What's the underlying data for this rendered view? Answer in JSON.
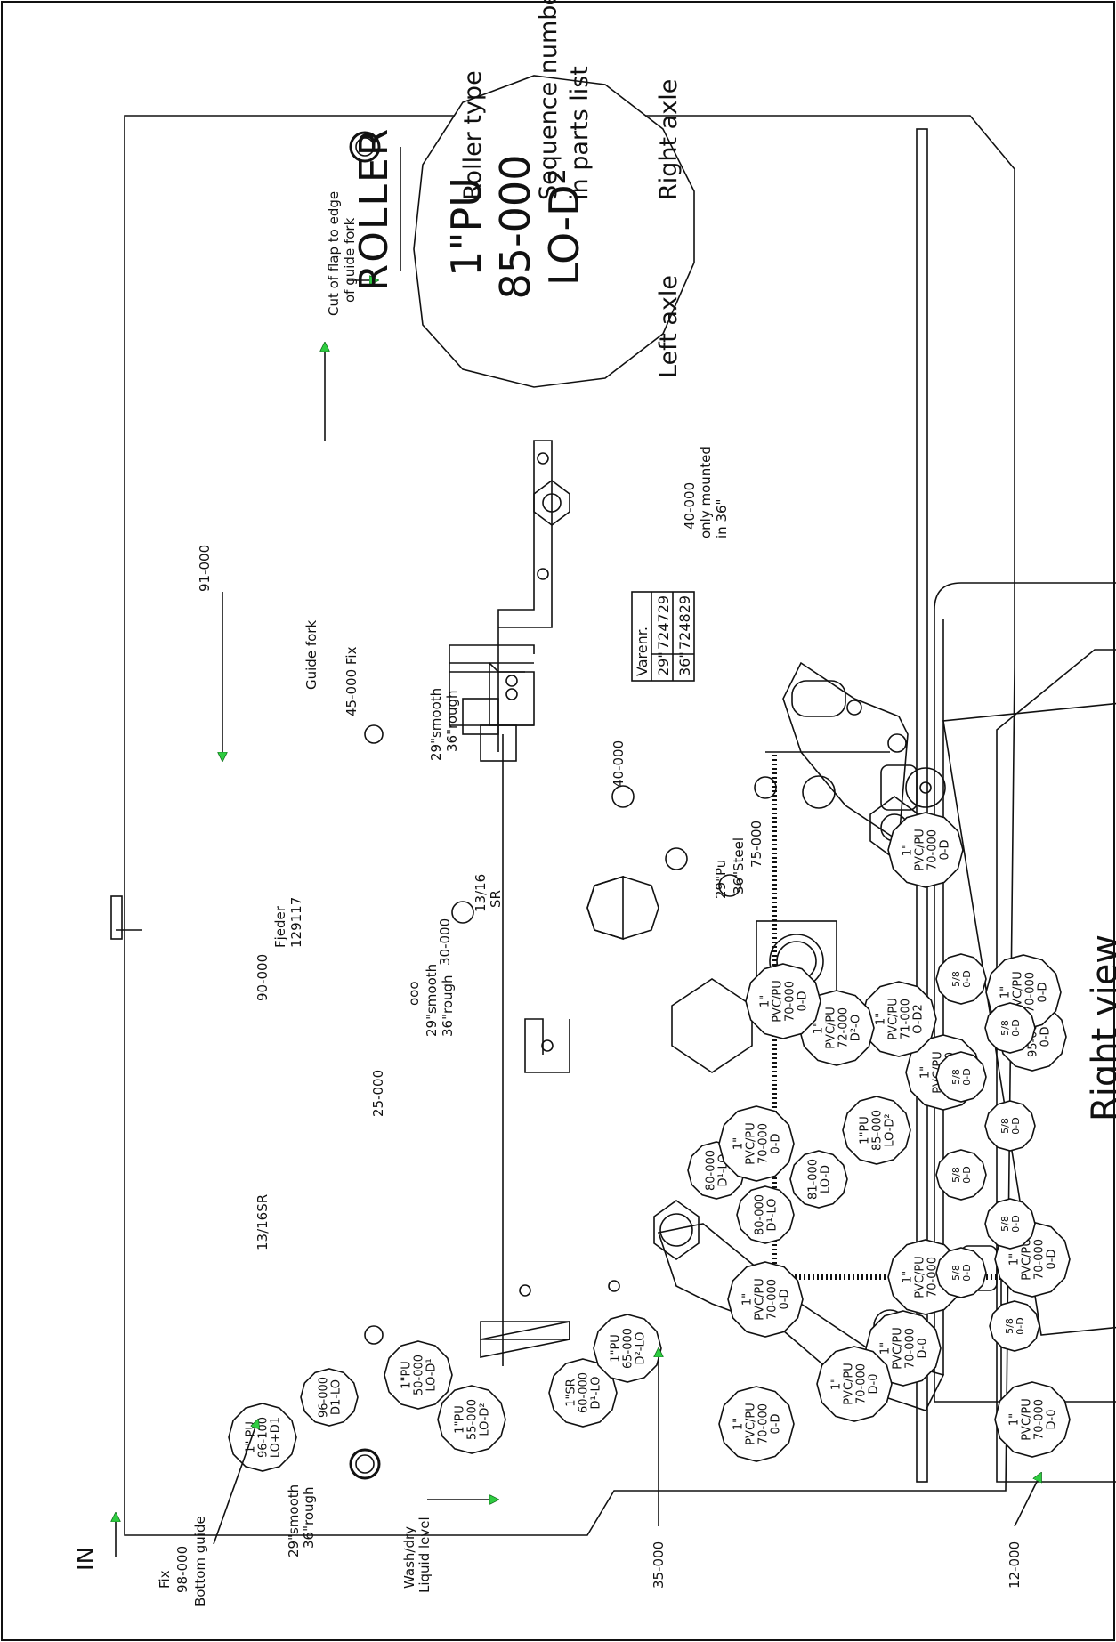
{
  "view_title": "Right view",
  "in_label": "IN",
  "legend": {
    "title": "ROLLER",
    "sample": {
      "line1": "1\"PU",
      "line2": "85-000",
      "line3": "LO-D²"
    },
    "callouts": {
      "roller_type": "Roller type",
      "sequence_1": "Sequence number",
      "sequence_2": "in parts list",
      "right_axle": "Right axle",
      "left_axle": "Left axle"
    }
  },
  "varenr_table": {
    "header": "Varenr.",
    "rows": [
      {
        "size": "29\"",
        "number": "724729"
      },
      {
        "size": "36\"",
        "number": "724829"
      }
    ]
  },
  "labels": {
    "fix_98": [
      "Fix",
      "98-000",
      "Bottom guide"
    ],
    "smooth_rough_left": [
      "29\"smooth",
      "36\"rough"
    ],
    "liquid_level": [
      "Wash/dry",
      "Liquid level"
    ],
    "part_35": "35-000",
    "part_12": "12-000",
    "part_13_16sr_top": "13/16SR",
    "part_25": "25-000",
    "part_90": "90-000",
    "fjeder": [
      "Fjeder",
      "129117"
    ],
    "part_91": "91-000",
    "guide_fork": "Guide fork",
    "part_45_fix": "45-000 Fix",
    "cut_of_flap": [
      "Cut of flap to edge",
      "of guide fork"
    ],
    "smooth_rough_mid": [
      "ooo",
      "29\"smooth",
      "36\"rough"
    ],
    "part_30": "30-000",
    "sr_13_16": [
      "13/16",
      "SR"
    ],
    "smooth_rough_right": [
      "29\"smooth",
      "36\"rough"
    ],
    "part_40": "40-000",
    "part_40_only": [
      "40-000",
      "only mounted",
      "in 36\""
    ],
    "part_75_pu": "29\"Pu",
    "part_75_steel": "36\"Steel",
    "part_75": "75-000"
  },
  "rollers": [
    {
      "lines": [
        "1\" PU",
        "96-100",
        "LO+D1"
      ]
    },
    {
      "lines": [
        "96-000",
        "D1-LO"
      ]
    },
    {
      "lines": [
        "1\"PU",
        "50-000",
        "LO-D¹"
      ]
    },
    {
      "lines": [
        "1\"PU",
        "55-000",
        "LO-D²"
      ]
    },
    {
      "lines": [
        "1\"SR",
        "60-000",
        "D¹-LO"
      ]
    },
    {
      "lines": [
        "1\"PU",
        "65-000",
        "D²-LO"
      ]
    },
    {
      "lines": [
        "81-000",
        "LO-D"
      ]
    },
    {
      "lines": [
        "80-000",
        "D¹-LO"
      ]
    },
    {
      "lines": [
        "80-000",
        "D¹-LO"
      ]
    },
    {
      "lines": [
        "1\"PU",
        "85-000",
        "LO-D²"
      ]
    },
    {
      "lines": [
        "1\"",
        "PVC/PU",
        "73-000",
        "O-D1"
      ]
    },
    {
      "lines": [
        "1\"",
        "PVC/PU",
        "71-000",
        "O-D2"
      ]
    },
    {
      "lines": [
        "1\"",
        "PVC/PU",
        "72-000",
        "D²-O"
      ]
    },
    {
      "lines": [
        "1\"SR",
        "95-000",
        "0-D"
      ]
    },
    {
      "lines": [
        "1\"",
        "PVC/PU",
        "70-000",
        "D-0"
      ]
    },
    {
      "lines": [
        "1\"",
        "PVC/PU",
        "70-000",
        "0-D"
      ]
    },
    {
      "lines": [
        "1\"",
        "PVC/PU",
        "70-000",
        "0-D"
      ]
    },
    {
      "lines": [
        "1\"",
        "PVC/PU",
        "70-000",
        "0-D"
      ]
    },
    {
      "lines": [
        "1\"",
        "PVC/PU",
        "70-000",
        "0-D"
      ]
    },
    {
      "lines": [
        "1\"",
        "PVC/PU",
        "70-000",
        "0-D"
      ]
    },
    {
      "lines": [
        "1\"",
        "PVC/PU",
        "70-000",
        "0-D"
      ]
    },
    {
      "lines": [
        "1\"",
        "PVC/PU",
        "70-000",
        "0-D"
      ]
    },
    {
      "lines": [
        "1\"",
        "PVC/PU",
        "70-000",
        "D-0"
      ]
    },
    {
      "lines": [
        "1\"",
        "PVC/PU",
        "70-000",
        "D-0"
      ]
    },
    {
      "lines": [
        "1\"",
        "PVC/PU",
        "70-000",
        "D-0"
      ]
    },
    {
      "lines": [
        "5/8",
        "0-D"
      ]
    },
    {
      "lines": [
        "5/8",
        "0-D"
      ]
    },
    {
      "lines": [
        "5/8",
        "0-D"
      ]
    },
    {
      "lines": [
        "5/8",
        "0-D"
      ]
    },
    {
      "lines": [
        "5/8",
        "0-D"
      ]
    },
    {
      "lines": [
        "5/8",
        "0-D"
      ]
    },
    {
      "lines": [
        "5/8",
        "0-D"
      ]
    },
    {
      "lines": [
        "5/8",
        "0-D"
      ]
    }
  ]
}
